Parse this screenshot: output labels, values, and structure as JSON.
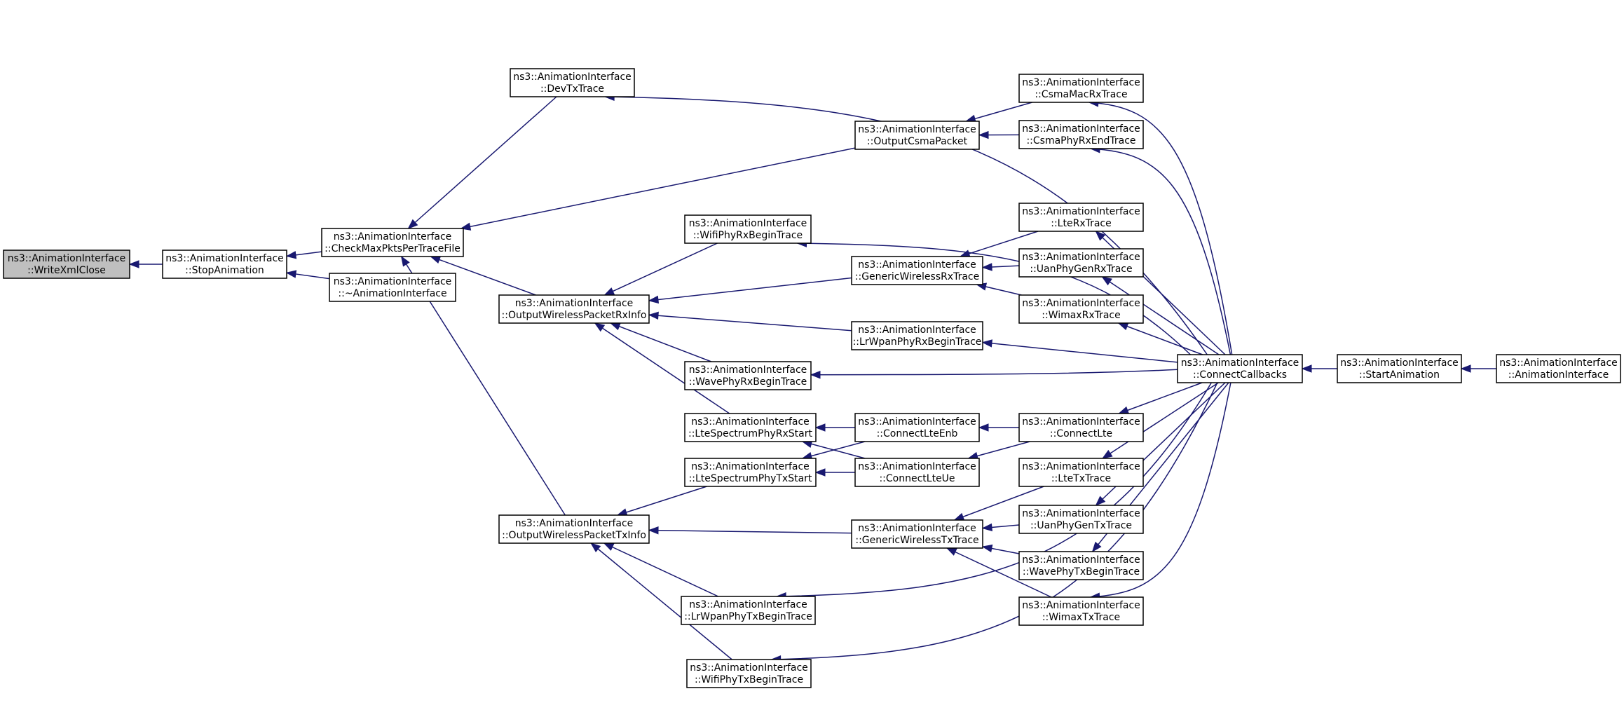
{
  "diagram": {
    "type": "doxygen-caller-graph",
    "colors": {
      "edge": "#191970",
      "root_fill": "#bfbfbf",
      "node_fill": "#ffffff",
      "border": "#000000"
    },
    "nodes": [
      {
        "id": "writexml",
        "line1": "ns3::AnimationInterface",
        "line2": "::WriteXmlClose",
        "root": true
      },
      {
        "id": "stopanim",
        "line1": "ns3::AnimationInterface",
        "line2": "::StopAnimation"
      },
      {
        "id": "checkmax",
        "line1": "ns3::AnimationInterface",
        "line2": "::CheckMaxPktsPerTraceFile"
      },
      {
        "id": "destructor",
        "line1": "ns3::AnimationInterface",
        "line2": "::~AnimationInterface"
      },
      {
        "id": "devtx",
        "line1": "ns3::AnimationInterface",
        "line2": "::DevTxTrace"
      },
      {
        "id": "outcsma",
        "line1": "ns3::AnimationInterface",
        "line2": "::OutputCsmaPacket"
      },
      {
        "id": "csmamacrx",
        "line1": "ns3::AnimationInterface",
        "line2": "::CsmaMacRxTrace"
      },
      {
        "id": "csmaphyrxend",
        "line1": "ns3::AnimationInterface",
        "line2": "::CsmaPhyRxEndTrace"
      },
      {
        "id": "outwrx",
        "line1": "ns3::AnimationInterface",
        "line2": "::OutputWirelessPacketRxInfo"
      },
      {
        "id": "wifiphyrx",
        "line1": "ns3::AnimationInterface",
        "line2": "::WifiPhyRxBeginTrace"
      },
      {
        "id": "genwrx",
        "line1": "ns3::AnimationInterface",
        "line2": "::GenericWirelessRxTrace"
      },
      {
        "id": "lterx",
        "line1": "ns3::AnimationInterface",
        "line2": "::LteRxTrace"
      },
      {
        "id": "uanrx",
        "line1": "ns3::AnimationInterface",
        "line2": "::UanPhyGenRxTrace"
      },
      {
        "id": "wimaxrx",
        "line1": "ns3::AnimationInterface",
        "line2": "::WimaxRxTrace"
      },
      {
        "id": "lrwpanrx",
        "line1": "ns3::AnimationInterface",
        "line2": "::LrWpanPhyRxBeginTrace"
      },
      {
        "id": "waverx",
        "line1": "ns3::AnimationInterface",
        "line2": "::WavePhyRxBeginTrace"
      },
      {
        "id": "ltespecrx",
        "line1": "ns3::AnimationInterface",
        "line2": "::LteSpectrumPhyRxStart"
      },
      {
        "id": "conlteenb",
        "line1": "ns3::AnimationInterface",
        "line2": "::ConnectLteEnb"
      },
      {
        "id": "conlte",
        "line1": "ns3::AnimationInterface",
        "line2": "::ConnectLte"
      },
      {
        "id": "ltespectx",
        "line1": "ns3::AnimationInterface",
        "line2": "::LteSpectrumPhyTxStart"
      },
      {
        "id": "conlteue",
        "line1": "ns3::AnimationInterface",
        "line2": "::ConnectLteUe"
      },
      {
        "id": "ltetx",
        "line1": "ns3::AnimationInterface",
        "line2": "::LteTxTrace"
      },
      {
        "id": "outwtx",
        "line1": "ns3::AnimationInterface",
        "line2": "::OutputWirelessPacketTxInfo"
      },
      {
        "id": "genwtx",
        "line1": "ns3::AnimationInterface",
        "line2": "::GenericWirelessTxTrace"
      },
      {
        "id": "uantx",
        "line1": "ns3::AnimationInterface",
        "line2": "::UanPhyGenTxTrace"
      },
      {
        "id": "wavetx",
        "line1": "ns3::AnimationInterface",
        "line2": "::WavePhyTxBeginTrace"
      },
      {
        "id": "wimaxtx",
        "line1": "ns3::AnimationInterface",
        "line2": "::WimaxTxTrace"
      },
      {
        "id": "lrwpantx",
        "line1": "ns3::AnimationInterface",
        "line2": "::LrWpanPhyTxBeginTrace"
      },
      {
        "id": "wifiphytx",
        "line1": "ns3::AnimationInterface",
        "line2": "::WifiPhyTxBeginTrace"
      },
      {
        "id": "concb",
        "line1": "ns3::AnimationInterface",
        "line2": "::ConnectCallbacks"
      },
      {
        "id": "startanim",
        "line1": "ns3::AnimationInterface",
        "line2": "::StartAnimation"
      },
      {
        "id": "ctor",
        "line1": "ns3::AnimationInterface",
        "line2": "::AnimationInterface"
      }
    ],
    "edges": [
      {
        "from": "stopanim",
        "to": "writexml"
      },
      {
        "from": "checkmax",
        "to": "stopanim"
      },
      {
        "from": "destructor",
        "to": "stopanim"
      },
      {
        "from": "devtx",
        "to": "checkmax"
      },
      {
        "from": "outcsma",
        "to": "checkmax"
      },
      {
        "from": "outwrx",
        "to": "checkmax"
      },
      {
        "from": "outwtx",
        "to": "checkmax"
      },
      {
        "from": "concb",
        "to": "devtx"
      },
      {
        "from": "csmamacrx",
        "to": "outcsma"
      },
      {
        "from": "csmaphyrxend",
        "to": "outcsma"
      },
      {
        "from": "concb",
        "to": "csmamacrx"
      },
      {
        "from": "concb",
        "to": "csmaphyrxend"
      },
      {
        "from": "wifiphyrx",
        "to": "outwrx"
      },
      {
        "from": "genwrx",
        "to": "outwrx"
      },
      {
        "from": "lrwpanrx",
        "to": "outwrx"
      },
      {
        "from": "waverx",
        "to": "outwrx"
      },
      {
        "from": "ltespecrx",
        "to": "outwrx"
      },
      {
        "from": "concb",
        "to": "wifiphyrx"
      },
      {
        "from": "lterx",
        "to": "genwrx"
      },
      {
        "from": "uanrx",
        "to": "genwrx"
      },
      {
        "from": "wimaxrx",
        "to": "genwrx"
      },
      {
        "from": "concb",
        "to": "lterx"
      },
      {
        "from": "concb",
        "to": "uanrx"
      },
      {
        "from": "concb",
        "to": "wimaxrx"
      },
      {
        "from": "concb",
        "to": "lrwpanrx"
      },
      {
        "from": "concb",
        "to": "waverx"
      },
      {
        "from": "conlteenb",
        "to": "ltespecrx"
      },
      {
        "from": "conlteue",
        "to": "ltespecrx"
      },
      {
        "from": "conlteenb",
        "to": "ltespectx"
      },
      {
        "from": "conlteue",
        "to": "ltespectx"
      },
      {
        "from": "conlte",
        "to": "conlteenb"
      },
      {
        "from": "conlte",
        "to": "conlteue"
      },
      {
        "from": "concb",
        "to": "conlte"
      },
      {
        "from": "ltespectx",
        "to": "outwtx"
      },
      {
        "from": "genwtx",
        "to": "outwtx"
      },
      {
        "from": "lrwpantx",
        "to": "outwtx"
      },
      {
        "from": "wifiphytx",
        "to": "outwtx"
      },
      {
        "from": "ltetx",
        "to": "genwtx"
      },
      {
        "from": "uantx",
        "to": "genwtx"
      },
      {
        "from": "wavetx",
        "to": "genwtx"
      },
      {
        "from": "wimaxtx",
        "to": "genwtx"
      },
      {
        "from": "concb",
        "to": "ltetx"
      },
      {
        "from": "concb",
        "to": "uantx"
      },
      {
        "from": "concb",
        "to": "wavetx"
      },
      {
        "from": "concb",
        "to": "wimaxtx"
      },
      {
        "from": "concb",
        "to": "lrwpantx"
      },
      {
        "from": "concb",
        "to": "wifiphytx"
      },
      {
        "from": "startanim",
        "to": "concb"
      },
      {
        "from": "ctor",
        "to": "startanim"
      }
    ]
  }
}
